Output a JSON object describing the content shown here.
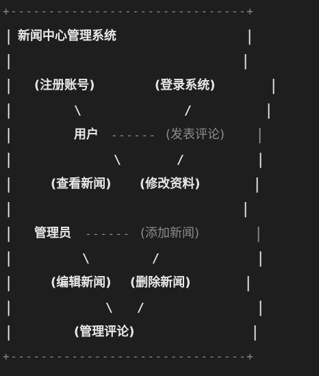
{
  "border": {
    "top": "+-------------------------------+",
    "bottom": "+-------------------------------+",
    "bar": "|"
  },
  "title": "新闻中心管理系统",
  "nodes": {
    "register": "(注册账号)",
    "login": "(登录系统)",
    "user": "用户",
    "user_dash": "------",
    "publish_comment": "(发表评论)",
    "view_news": "(查看新闻)",
    "edit_profile": "(修改资料)",
    "admin": "管理员",
    "admin_dash": "------",
    "add_news": "(添加新闻)",
    "edit_news": "(编辑新闻)",
    "delete_news": "(删除新闻)",
    "manage_comments": "(管理评论)"
  },
  "connectors": {
    "back": "\\",
    "fwd": "/"
  }
}
